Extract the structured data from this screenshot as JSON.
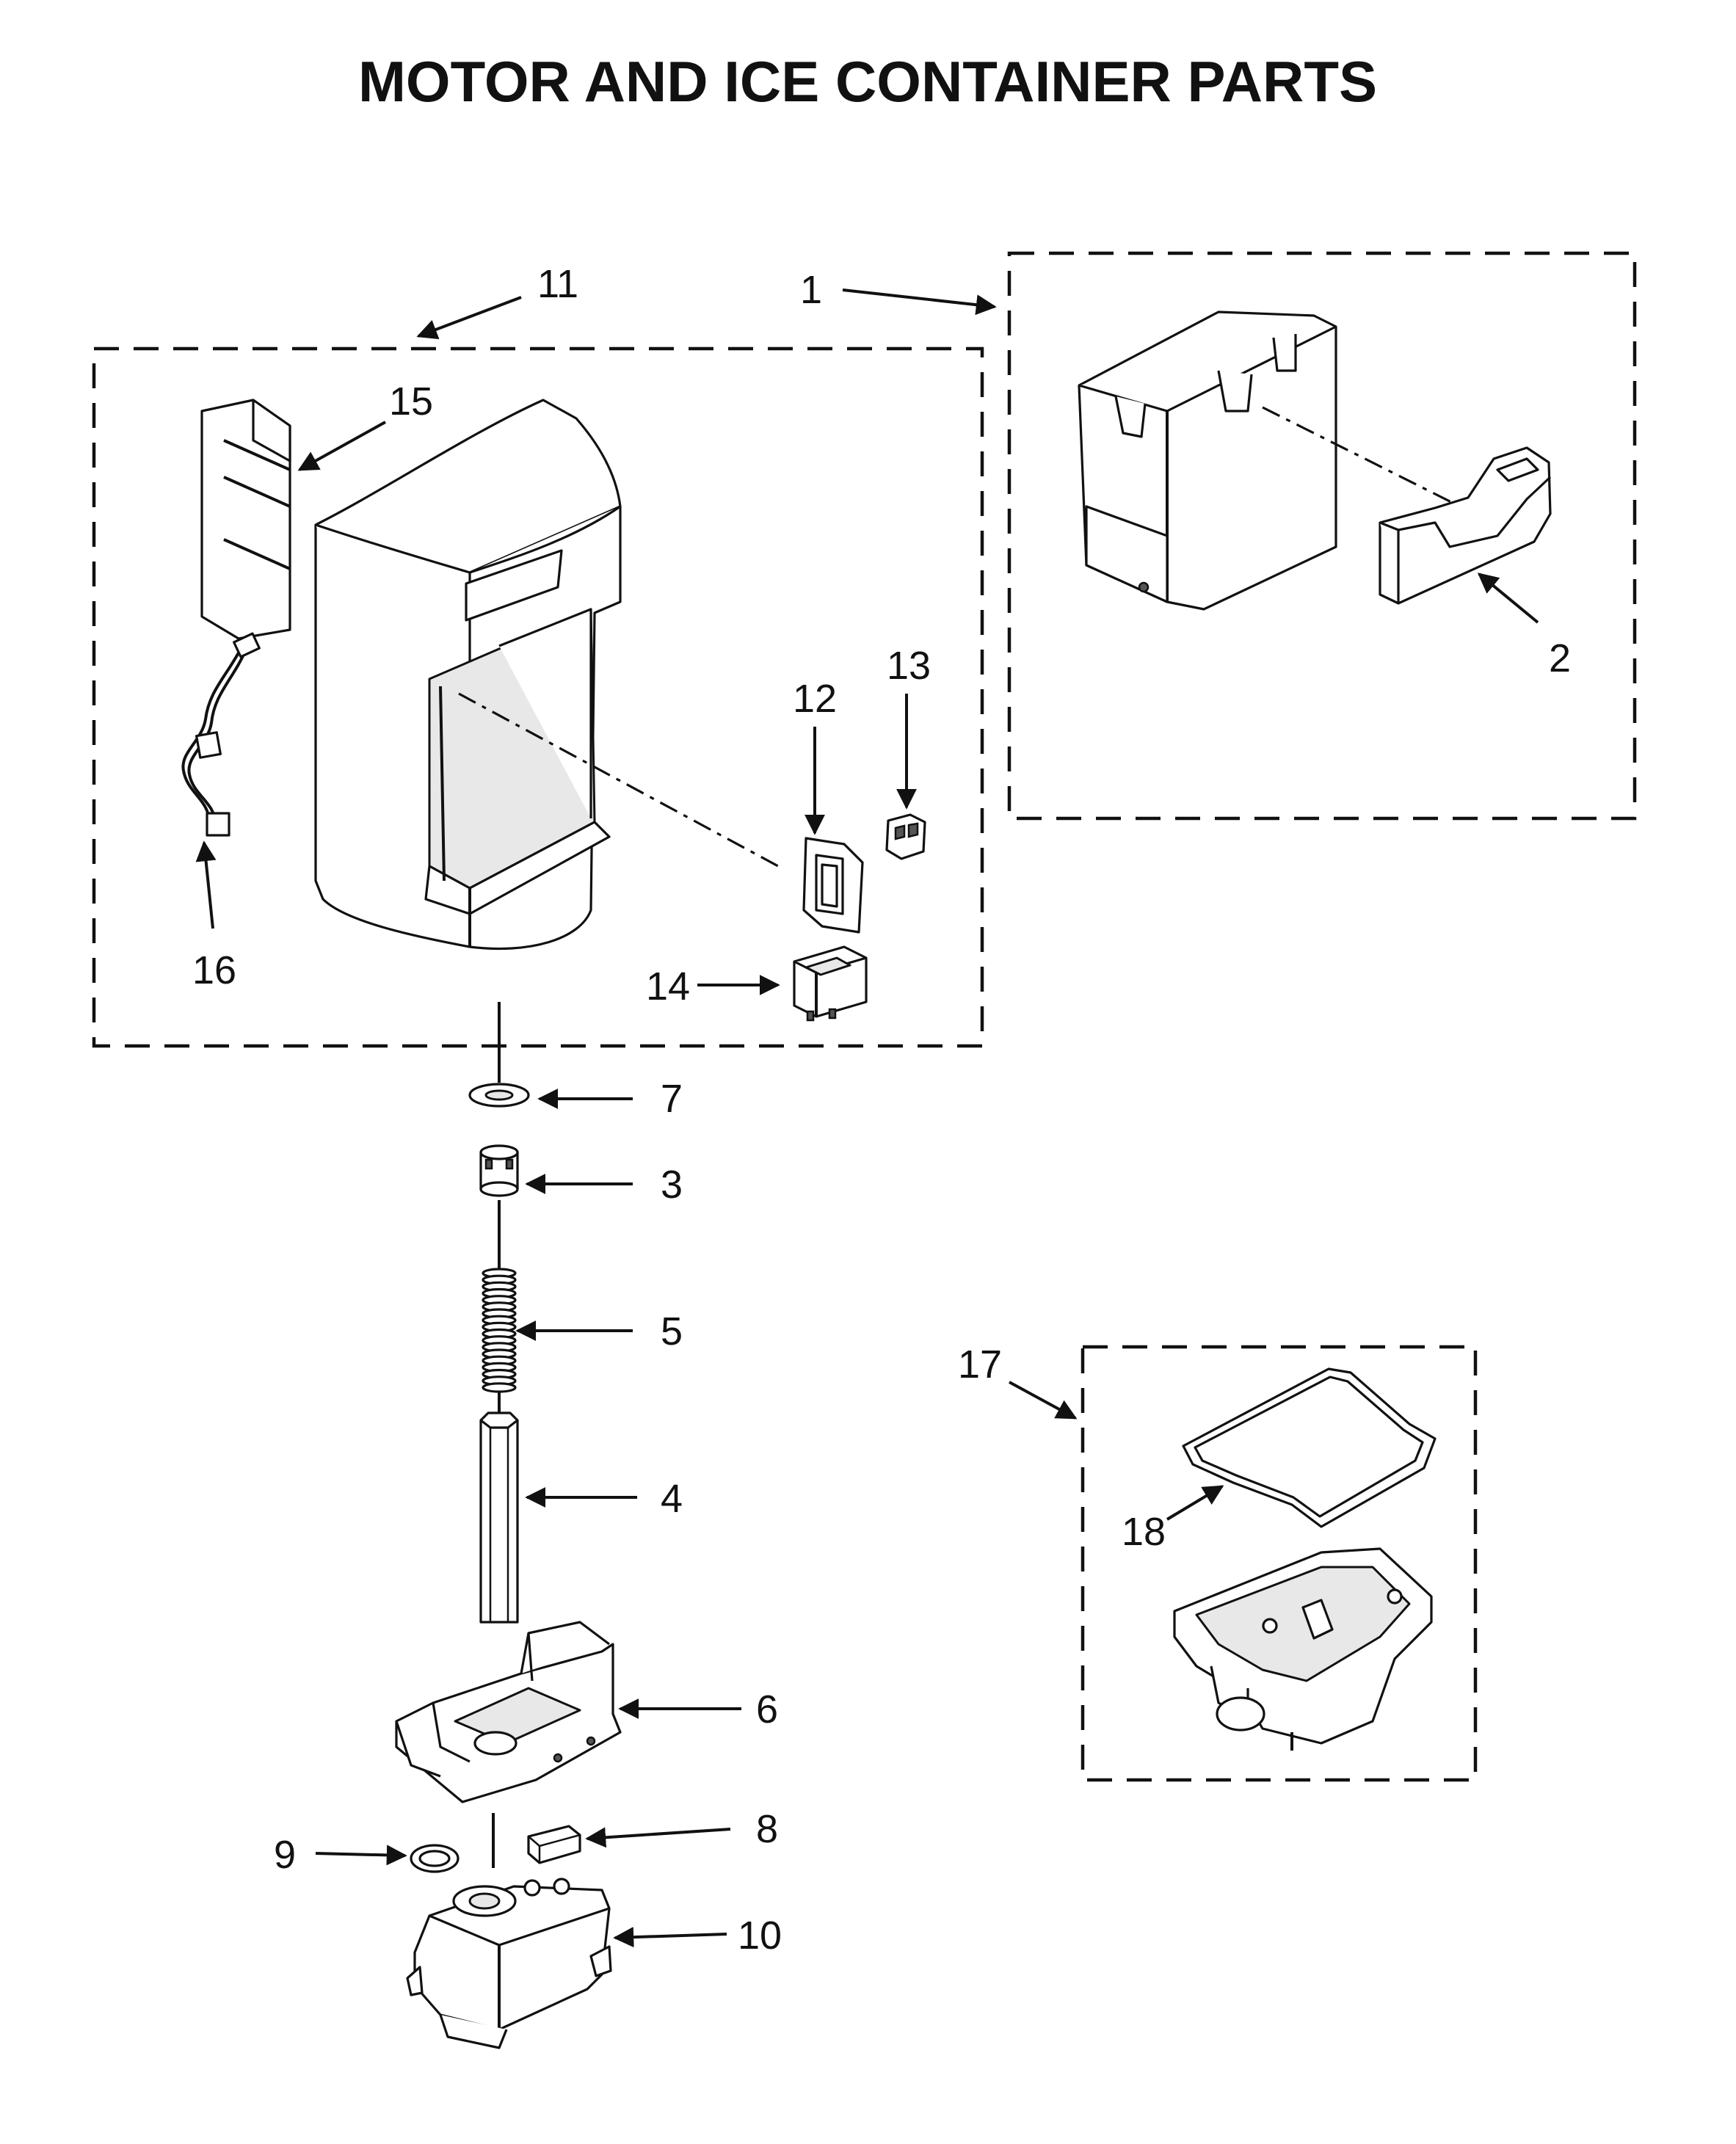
{
  "title": "MOTOR AND ICE CONTAINER PARTS",
  "callouts": {
    "c1": "1",
    "c2": "2",
    "c3": "3",
    "c4": "4",
    "c5": "5",
    "c6": "6",
    "c7": "7",
    "c8": "8",
    "c9": "9",
    "c10": "10",
    "c11": "11",
    "c12": "12",
    "c13": "13",
    "c14": "14",
    "c15": "15",
    "c16": "16",
    "c17": "17",
    "c18": "18"
  }
}
